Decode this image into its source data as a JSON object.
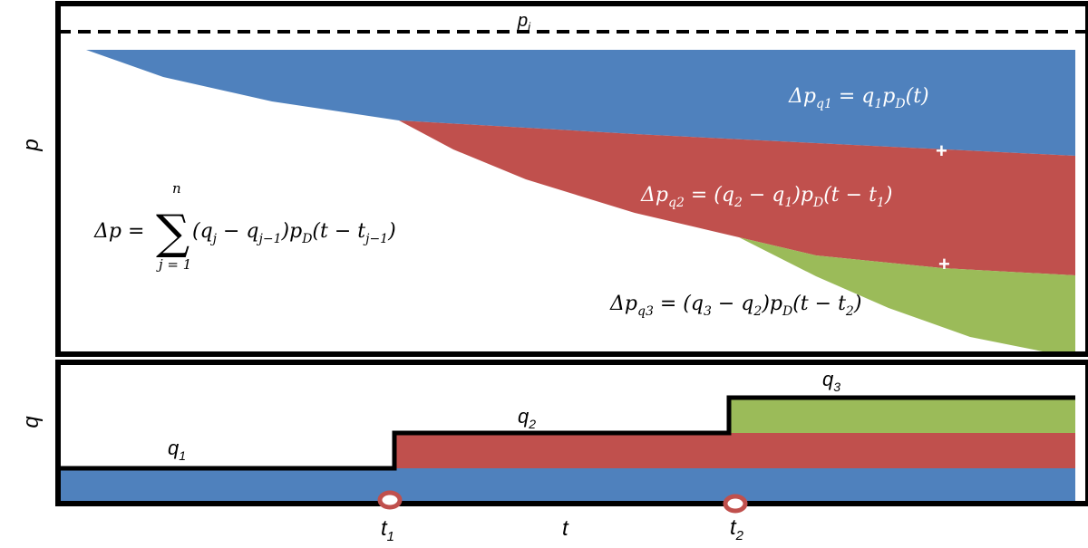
{
  "labels": {
    "p_initial": "p",
    "p_initial_sub": "i",
    "p_axis": "p",
    "q_axis": "q",
    "t_axis": "t",
    "t1": "t",
    "t1_sub": "1",
    "t2": "t",
    "t2_sub": "2",
    "q1": "q",
    "q1_sub": "1",
    "q2": "q",
    "q2_sub": "2",
    "q3": "q",
    "q3_sub": "3",
    "plus_1": "+",
    "plus_2": "+"
  },
  "equations": {
    "dp_q1": "Δp",
    "dp_q1_sub": "q1",
    "dp_q1_rhs": " = q",
    "dp_q1_rhs_sub": "1",
    "dp_q1_rhs2": "p",
    "dp_q1_rhs2_sub": "D",
    "dp_q1_rhs3": "(t)",
    "dp_q2": "Δp",
    "dp_q2_sub": "q2",
    "dp_q2_rhs": " = (q",
    "dp_q2_a_sub": "2",
    "dp_q2_mid": " − q",
    "dp_q2_b_sub": "1",
    "dp_q2_mid2": ")p",
    "dp_q2_D": "D",
    "dp_q2_tail": "(t − t",
    "dp_q2_tail_sub": "1",
    "dp_q2_close": ")",
    "dp_q3": "Δp",
    "dp_q3_sub": "q3",
    "dp_q3_rhs": " = (q",
    "dp_q3_a_sub": "3",
    "dp_q3_mid": " − q",
    "dp_q3_b_sub": "2",
    "dp_q3_mid2": ")p",
    "dp_q3_D": "D",
    "dp_q3_tail": "(t − t",
    "dp_q3_tail_sub": "2",
    "dp_q3_close": ")",
    "sum_lhs": "Δp = ",
    "sum_symbol": "∑",
    "sum_upper": "n",
    "sum_lower": "j = 1",
    "sum_body": "(q",
    "sum_j_sub": "j",
    "sum_mid": " − q",
    "sum_jm1_sub": "j−1",
    "sum_mid2": ")p",
    "sum_D": "D",
    "sum_tail": "(t − t",
    "sum_tail_sub": "j−1",
    "sum_close": ")"
  },
  "colors": {
    "blue": "#4f81bd",
    "red": "#c0504d",
    "green": "#9bbb59",
    "frame": "#000000"
  }
}
